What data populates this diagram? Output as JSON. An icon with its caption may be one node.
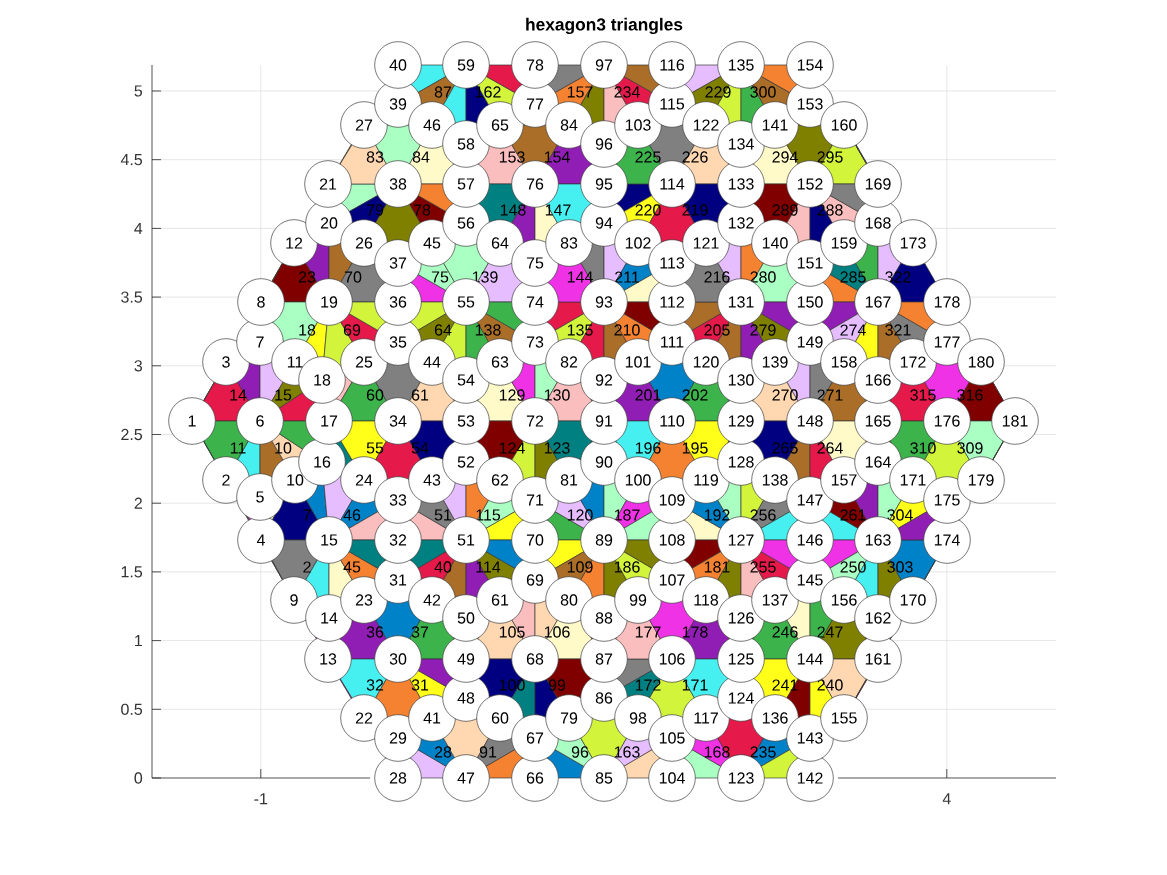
{
  "diagram": {
    "title": "hexagon3 triangles",
    "nodes": [
      {
        "text": [
          "1"
        ]
      },
      {
        "text": [
          "2"
        ]
      },
      {
        "text": [
          "3"
        ]
      },
      {
        "text": [
          "4"
        ]
      },
      {
        "text": [
          "5"
        ]
      },
      {
        "text": [
          "6"
        ]
      },
      {
        "text": [
          "7"
        ]
      },
      {
        "text": [
          "8"
        ]
      },
      {
        "text": [
          "9"
        ]
      },
      {
        "text": [
          "10"
        ]
      },
      {
        "text": [
          "11"
        ]
      },
      {
        "text": [
          "12"
        ]
      },
      {
        "text": [
          "13"
        ]
      },
      {
        "text": [
          "14"
        ]
      },
      {
        "text": [
          "15"
        ]
      },
      {
        "text": [
          "16"
        ]
      },
      {
        "text": [
          "17"
        ]
      },
      {
        "text": [
          "18"
        ]
      },
      {
        "text": [
          "19"
        ]
      },
      {
        "text": [
          "20"
        ]
      },
      {
        "text": [
          "21"
        ]
      },
      {
        "text": [
          "22"
        ]
      },
      {
        "text": [
          "23"
        ]
      },
      {
        "text": [
          "24"
        ]
      },
      {
        "text": [
          "25"
        ]
      },
      {
        "text": [
          "26"
        ]
      },
      {
        "text": [
          "27"
        ]
      },
      {
        "text": [
          "28"
        ]
      },
      {
        "text": [
          "29"
        ]
      },
      {
        "text": [
          "30"
        ]
      },
      {
        "text": [
          "31"
        ]
      },
      {
        "text": [
          "32"
        ]
      },
      {
        "text": [
          "33"
        ]
      },
      {
        "text": [
          "34"
        ]
      },
      {
        "text": [
          "35"
        ]
      },
      {
        "text": [
          "36"
        ]
      },
      {
        "text": [
          "37"
        ]
      },
      {
        "text": [
          "38"
        ]
      },
      {
        "text": [
          "39"
        ]
      },
      {
        "text": [
          "40"
        ]
      },
      {
        "text": [
          "41"
        ]
      },
      {
        "text": [
          "42"
        ]
      },
      {
        "text": [
          "43"
        ]
      },
      {
        "text": [
          "44"
        ]
      },
      {
        "text": [
          "45"
        ]
      },
      {
        "text": [
          "46"
        ]
      },
      {
        "text": [
          "47"
        ]
      },
      {
        "text": [
          "48"
        ]
      },
      {
        "text": [
          "49"
        ]
      },
      {
        "text": [
          "50"
        ]
      },
      {
        "text": [
          "51"
        ]
      },
      {
        "text": [
          "52"
        ]
      },
      {
        "text": [
          "53"
        ]
      },
      {
        "text": [
          "54"
        ]
      },
      {
        "text": [
          "55"
        ]
      },
      {
        "text": [
          "56"
        ]
      },
      {
        "text": [
          "57"
        ]
      },
      {
        "text": [
          "58"
        ]
      },
      {
        "text": [
          "59"
        ]
      },
      {
        "text": [
          "60"
        ]
      },
      {
        "text": [
          "61"
        ]
      },
      {
        "text": [
          "62"
        ]
      },
      {
        "text": [
          "63"
        ]
      },
      {
        "text": [
          "64"
        ]
      },
      {
        "text": [
          "65"
        ]
      },
      {
        "text": [
          "66"
        ]
      },
      {
        "text": [
          "67"
        ]
      },
      {
        "text": [
          "68"
        ]
      },
      {
        "text": [
          "69"
        ]
      },
      {
        "text": [
          "70"
        ]
      },
      {
        "text": [
          "71"
        ]
      },
      {
        "text": [
          "72"
        ]
      },
      {
        "text": [
          "73"
        ]
      },
      {
        "text": [
          "74"
        ]
      },
      {
        "text": [
          "75"
        ]
      },
      {
        "text": [
          "76"
        ]
      },
      {
        "text": [
          "77"
        ]
      },
      {
        "text": [
          "78"
        ]
      },
      {
        "text": [
          "79"
        ]
      },
      {
        "text": [
          "80"
        ]
      },
      {
        "text": [
          "81"
        ]
      },
      {
        "text": [
          "82"
        ]
      },
      {
        "text": [
          "83"
        ]
      },
      {
        "text": [
          "84"
        ]
      },
      {
        "text": [
          "85"
        ]
      },
      {
        "text": [
          "86"
        ]
      },
      {
        "text": [
          "87"
        ]
      },
      {
        "text": [
          "88"
        ]
      },
      {
        "text": [
          "89"
        ]
      },
      {
        "text": [
          "90"
        ]
      },
      {
        "text": [
          "91"
        ]
      },
      {
        "text": [
          "92"
        ]
      },
      {
        "text": [
          "93"
        ]
      },
      {
        "text": [
          "94"
        ]
      },
      {
        "text": [
          "95"
        ]
      },
      {
        "text": [
          "96"
        ]
      },
      {
        "text": [
          "97"
        ]
      },
      {
        "text": [
          "98"
        ]
      },
      {
        "text": [
          "99"
        ]
      },
      {
        "text": [
          "100"
        ]
      },
      {
        "text": [
          "101"
        ]
      },
      {
        "text": [
          "102"
        ]
      },
      {
        "text": [
          "103"
        ]
      },
      {
        "text": [
          "104"
        ]
      },
      {
        "text": [
          "105"
        ]
      },
      {
        "text": [
          "106"
        ]
      },
      {
        "text": [
          "107"
        ]
      },
      {
        "text": [
          "108"
        ]
      },
      {
        "text": [
          "109"
        ]
      },
      {
        "text": [
          "110"
        ]
      },
      {
        "text": [
          "111"
        ]
      },
      {
        "text": [
          "112"
        ]
      },
      {
        "text": [
          "113"
        ]
      },
      {
        "text": [
          "114"
        ]
      },
      {
        "text": [
          "115"
        ]
      },
      {
        "text": [
          "116"
        ]
      },
      {
        "text": [
          "117"
        ]
      },
      {
        "text": [
          "118"
        ]
      },
      {
        "text": [
          "119"
        ]
      },
      {
        "text": [
          "120"
        ]
      },
      {
        "text": [
          "121"
        ]
      },
      {
        "text": [
          "122"
        ]
      },
      {
        "text": [
          "123"
        ]
      },
      {
        "text": [
          "124"
        ]
      },
      {
        "text": [
          "125"
        ]
      },
      {
        "text": [
          "126"
        ]
      },
      {
        "text": [
          "127"
        ]
      },
      {
        "text": [
          "128"
        ]
      },
      {
        "text": [
          "129"
        ]
      },
      {
        "text": [
          "130"
        ]
      },
      {
        "text": [
          "131"
        ]
      },
      {
        "text": [
          "132"
        ]
      },
      {
        "text": [
          "133"
        ]
      },
      {
        "text": [
          "134"
        ]
      },
      {
        "text": [
          "135"
        ]
      },
      {
        "text": [
          "136"
        ]
      },
      {
        "text": [
          "137"
        ]
      },
      {
        "text": [
          "138"
        ]
      },
      {
        "text": [
          "139"
        ]
      },
      {
        "text": [
          "140"
        ]
      },
      {
        "text": [
          "141"
        ]
      },
      {
        "text": [
          "142"
        ]
      },
      {
        "text": [
          "143"
        ]
      },
      {
        "text": [
          "144"
        ]
      },
      {
        "text": [
          "145"
        ]
      },
      {
        "text": [
          "146"
        ]
      },
      {
        "text": [
          "147"
        ]
      },
      {
        "text": [
          "148"
        ]
      },
      {
        "text": [
          "149"
        ]
      },
      {
        "text": [
          "150"
        ]
      },
      {
        "text": [
          "151"
        ]
      },
      {
        "text": [
          "152"
        ]
      },
      {
        "text": [
          "153"
        ]
      },
      {
        "text": [
          "154"
        ]
      },
      {
        "text": [
          "155"
        ]
      },
      {
        "text": [
          "156"
        ]
      },
      {
        "text": [
          "157"
        ]
      },
      {
        "text": [
          "158"
        ]
      },
      {
        "text": [
          "159"
        ]
      },
      {
        "text": [
          "160"
        ]
      },
      {
        "text": [
          "161"
        ]
      },
      {
        "text": [
          "162"
        ]
      },
      {
        "text": [
          "163"
        ]
      },
      {
        "text": [
          "164"
        ]
      },
      {
        "text": [
          "165"
        ]
      },
      {
        "text": [
          "166"
        ]
      },
      {
        "text": [
          "167"
        ]
      },
      {
        "text": [
          "168"
        ]
      },
      {
        "text": [
          "169"
        ]
      },
      {
        "text": [
          "170"
        ]
      },
      {
        "text": [
          "171"
        ]
      },
      {
        "text": [
          "172"
        ]
      },
      {
        "text": [
          "173"
        ]
      },
      {
        "text": [
          "174"
        ]
      },
      {
        "text": [
          "175"
        ]
      },
      {
        "text": [
          "176"
        ]
      },
      {
        "text": [
          "177"
        ]
      },
      {
        "text": [
          "178"
        ]
      },
      {
        "text": [
          "179"
        ]
      },
      {
        "text": [
          "180"
        ]
      },
      {
        "text": [
          "181"
        ]
      }
    ],
    "labels": [
      "87",
      "162",
      "157",
      "234",
      "229",
      "300",
      "83",
      "84",
      "153",
      "154",
      "225",
      "226",
      "294",
      "295",
      "79",
      "78",
      "148",
      "147",
      "220",
      "219",
      "289",
      "288",
      "23",
      "70",
      "75",
      "139",
      "144",
      "211",
      "216",
      "280",
      "285",
      "322",
      "18",
      "69",
      "64",
      "138",
      "135",
      "210",
      "205",
      "279",
      "274",
      "321",
      "14",
      "15",
      "60",
      "61",
      "129",
      "130",
      "201",
      "202",
      "270",
      "271",
      "315",
      "316",
      "11",
      "10",
      "55",
      "54",
      "124",
      "123",
      "196",
      "195",
      "265",
      "264",
      "310",
      "309",
      "7",
      "46",
      "51",
      "115",
      "120",
      "187",
      "192",
      "256",
      "261",
      "304",
      "2",
      "45",
      "40",
      "114",
      "109",
      "186",
      "181",
      "255",
      "250",
      "303",
      "36",
      "37",
      "105",
      "106",
      "177",
      "178",
      "246",
      "247",
      "32",
      "31",
      "100",
      "99",
      "172",
      "171",
      "241",
      "240",
      "28",
      "91",
      "96",
      "163",
      "168",
      "235",
      "5",
      "4.5",
      "4",
      "3.5",
      "3",
      "2.5",
      "2",
      "1.5",
      "1",
      "0.5",
      "0",
      "-1",
      "4"
    ]
  }
}
